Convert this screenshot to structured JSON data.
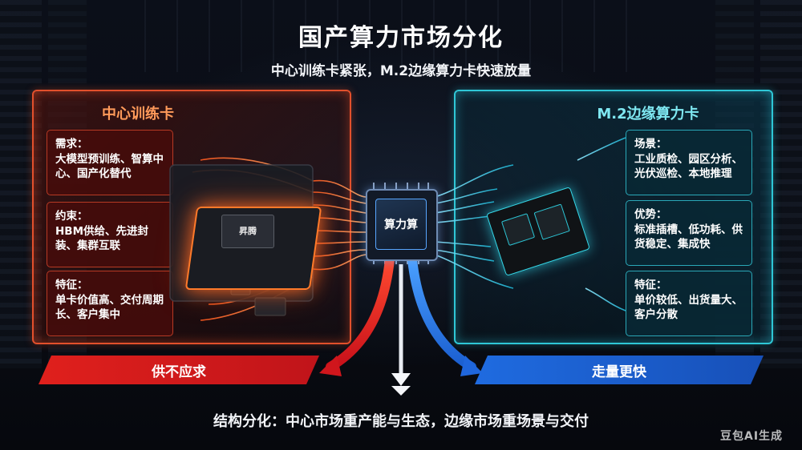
{
  "title": "国产算力市场分化",
  "subtitle": "中心训练卡紧张，M.2边缘算力卡快速放量",
  "left_panel": {
    "title": "中心训练卡",
    "boxes": [
      {
        "label": "需求：",
        "text": "大模型预训练、智算中心、国产化替代"
      },
      {
        "label": "约束：",
        "text": "HBM供给、先进封装、集群互联"
      },
      {
        "label": "特征：",
        "text": "单卡价值高、交付周期长、客户集中"
      }
    ]
  },
  "right_panel": {
    "title": "M.2边缘算力卡",
    "boxes": [
      {
        "label": "场景：",
        "text": "工业质检、园区分析、光伏巡检、本地推理"
      },
      {
        "label": "优势：",
        "text": "标准插槽、低功耗、供货稳定、集成快"
      },
      {
        "label": "特征：",
        "text": "单价较低、出货量大、客户分散"
      }
    ]
  },
  "center_chip": {
    "label": "算力算"
  },
  "big_chip": {
    "label": "昇腾"
  },
  "banners": {
    "left": "供不应求",
    "right": "走量更快"
  },
  "conclusion": "结构分化：中心市场重产能与生态，边缘市场重场景与交付",
  "watermark": "豆包AI生成",
  "colors": {
    "left_accent": "#e2502c",
    "right_accent": "#2fc7d6",
    "left_banner": "#e0201c",
    "right_banner": "#1f6be0",
    "center_chip_border": "#58a6ff"
  },
  "icons": [
    "processor-chip-icon",
    "m2-card-icon",
    "arrow-down-icon",
    "curved-arrow-left-icon",
    "curved-arrow-right-icon"
  ]
}
